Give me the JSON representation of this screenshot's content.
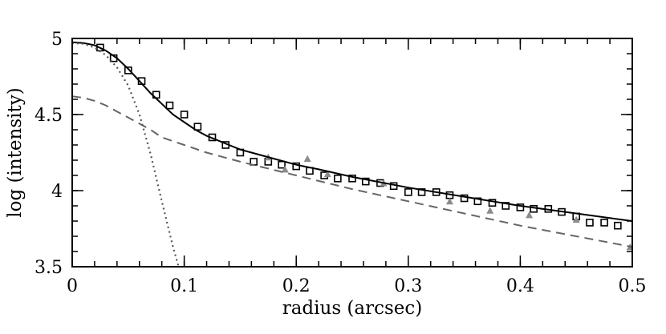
{
  "chart_data": {
    "type": "scatter",
    "xlabel": "radius (arcsec)",
    "ylabel": "log (intensity)",
    "xlim": [
      0,
      0.5
    ],
    "ylim": [
      3.5,
      5
    ],
    "x_ticks": [
      0,
      0.1,
      0.2,
      0.3,
      0.4,
      0.5
    ],
    "x_tick_labels": [
      "0",
      "0.1",
      "0.2",
      "0.3",
      "0.4",
      "0.5"
    ],
    "y_ticks": [
      3.5,
      4,
      4.5,
      5
    ],
    "y_tick_labels": [
      "3.5",
      "4",
      "4.5",
      "5"
    ],
    "grid": false,
    "series": [
      {
        "kind": "points",
        "marker": "open-square",
        "color": "#000000",
        "x": [
          0.025,
          0.037,
          0.05,
          0.062,
          0.075,
          0.087,
          0.1,
          0.112,
          0.125,
          0.137,
          0.15,
          0.162,
          0.175,
          0.187,
          0.2,
          0.212,
          0.225,
          0.237,
          0.25,
          0.262,
          0.275,
          0.287,
          0.3,
          0.312,
          0.325,
          0.337,
          0.35,
          0.362,
          0.375,
          0.387,
          0.4,
          0.412,
          0.425,
          0.437,
          0.45,
          0.462,
          0.475,
          0.487
        ],
        "y": [
          4.94,
          4.87,
          4.79,
          4.72,
          4.63,
          4.56,
          4.5,
          4.42,
          4.35,
          4.3,
          4.25,
          4.19,
          4.19,
          4.17,
          4.16,
          4.13,
          4.1,
          4.08,
          4.08,
          4.06,
          4.05,
          4.03,
          3.99,
          3.99,
          3.99,
          3.97,
          3.95,
          3.93,
          3.92,
          3.9,
          3.89,
          3.88,
          3.88,
          3.86,
          3.83,
          3.79,
          3.79,
          3.77
        ]
      },
      {
        "kind": "points",
        "marker": "filled-triangle",
        "color": "#8c8c8c",
        "x": [
          0.175,
          0.19,
          0.21,
          0.228,
          0.278,
          0.337,
          0.373,
          0.408,
          0.45,
          0.498
        ],
        "y": [
          4.22,
          4.14,
          4.21,
          4.11,
          4.05,
          3.93,
          3.87,
          3.84,
          3.81,
          3.63
        ]
      },
      {
        "kind": "line",
        "style": "solid",
        "color": "#000000",
        "x": [
          0,
          0.01,
          0.02,
          0.03,
          0.04,
          0.05,
          0.06,
          0.07,
          0.08,
          0.09,
          0.1,
          0.11,
          0.12,
          0.13,
          0.14,
          0.15,
          0.16,
          0.18,
          0.2,
          0.22,
          0.25,
          0.3,
          0.35,
          0.4,
          0.45,
          0.5
        ],
        "y": [
          4.975,
          4.97,
          4.955,
          4.92,
          4.87,
          4.8,
          4.72,
          4.64,
          4.57,
          4.5,
          4.45,
          4.4,
          4.36,
          4.33,
          4.3,
          4.27,
          4.25,
          4.21,
          4.17,
          4.14,
          4.09,
          4.02,
          3.96,
          3.9,
          3.85,
          3.8
        ]
      },
      {
        "kind": "line",
        "style": "dashed",
        "color": "#666666",
        "x": [
          0,
          0.01,
          0.02,
          0.03,
          0.04,
          0.05,
          0.06,
          0.07,
          0.08,
          0.1,
          0.12,
          0.15,
          0.2,
          0.25,
          0.3,
          0.35,
          0.4,
          0.45,
          0.5
        ],
        "y": [
          4.62,
          4.61,
          4.59,
          4.56,
          4.52,
          4.48,
          4.44,
          4.4,
          4.35,
          4.3,
          4.25,
          4.19,
          4.1,
          4.01,
          3.93,
          3.85,
          3.77,
          3.7,
          3.63
        ]
      },
      {
        "kind": "line",
        "style": "dotted",
        "color": "#555555",
        "x": [
          0,
          0.01,
          0.02,
          0.03,
          0.04,
          0.05,
          0.06,
          0.07,
          0.08,
          0.09,
          0.095
        ],
        "y": [
          4.97,
          4.965,
          4.94,
          4.89,
          4.81,
          4.69,
          4.5,
          4.24,
          3.93,
          3.63,
          3.5
        ]
      }
    ]
  }
}
